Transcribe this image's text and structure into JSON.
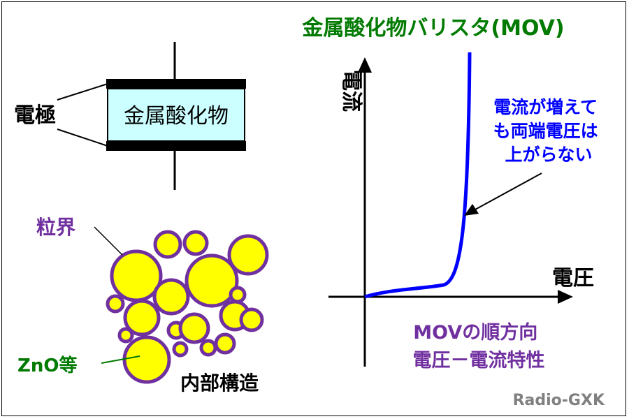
{
  "title": "金属酸化物バリスタ(MOV)",
  "component": {
    "electrode_label": "電極",
    "body_label": "金属酸化物"
  },
  "structure": {
    "grain_boundary_label": "粒界",
    "grain_label": "ZnO等",
    "caption": "内部構造"
  },
  "graph": {
    "y_axis_label": "電流",
    "x_axis_label": "電圧",
    "annotation_lines": [
      "電流が増えて",
      "も両端電圧は",
      "上がらない"
    ],
    "caption_lines": [
      "MOVの順方向",
      "電圧－電流特性"
    ]
  },
  "credit": "Radio-GXK",
  "colors": {
    "title": "#007a00",
    "body_fill": "#ccffff",
    "grain_fill": "#ffff00",
    "grain_stroke": "#7030a0",
    "curve": "#0000ff",
    "annotation": "#0000ff",
    "caption": "#7030a0",
    "zno": "#007a00",
    "credit": "#808080"
  }
}
